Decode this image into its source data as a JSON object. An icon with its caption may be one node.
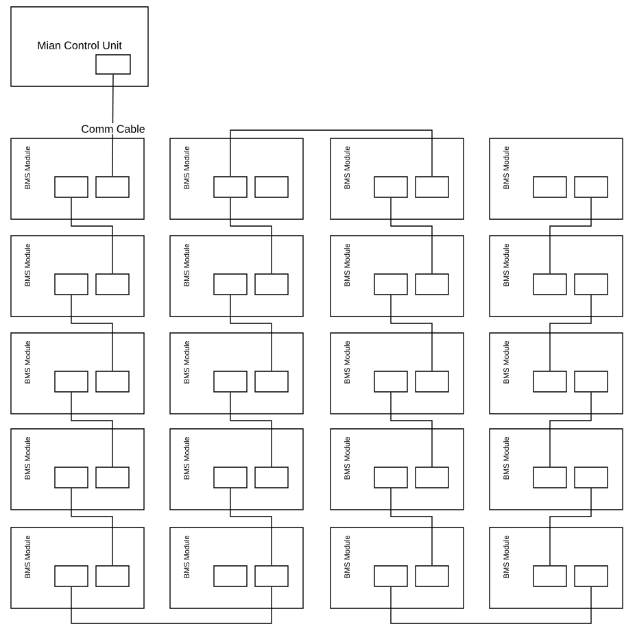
{
  "diagram": {
    "nodes": [
      {
        "text": [
          "Mian Control Unit"
        ]
      },
      {
        "text": [],
        "shape": "box",
        "in": 0
      },
      {
        "text": [
          "BMS Module"
        ]
      },
      {
        "text": [],
        "shape": "box",
        "in": 2
      },
      {
        "text": [],
        "shape": "box",
        "in": 2
      },
      {
        "text": [
          "BMS Module"
        ]
      },
      {
        "text": [],
        "shape": "box",
        "in": 5
      },
      {
        "text": [],
        "shape": "box",
        "in": 5
      },
      {
        "text": [
          "BMS Module"
        ]
      },
      {
        "text": [],
        "shape": "box",
        "in": 8
      },
      {
        "text": [],
        "shape": "box",
        "in": 8
      },
      {
        "text": [
          "BMS Module"
        ]
      },
      {
        "text": [],
        "shape": "box",
        "in": 11
      },
      {
        "text": [],
        "shape": "box",
        "in": 11
      },
      {
        "text": [
          "BMS Module"
        ]
      },
      {
        "text": [],
        "shape": "box",
        "in": 14
      },
      {
        "text": [],
        "shape": "box",
        "in": 14
      },
      {
        "text": [
          "BMS Module"
        ]
      },
      {
        "text": [],
        "shape": "box",
        "in": 17
      },
      {
        "text": [],
        "shape": "box",
        "in": 17
      },
      {
        "text": [
          "BMS Module"
        ]
      },
      {
        "text": [],
        "shape": "box",
        "in": 20
      },
      {
        "text": [],
        "shape": "box",
        "in": 20
      },
      {
        "text": [
          "BMS Module"
        ]
      },
      {
        "text": [],
        "shape": "box",
        "in": 23
      },
      {
        "text": [],
        "shape": "box",
        "in": 23
      },
      {
        "text": [
          "BMS Module"
        ]
      },
      {
        "text": [],
        "shape": "box",
        "in": 26
      },
      {
        "text": [],
        "shape": "box",
        "in": 26
      },
      {
        "text": [
          "BMS Module"
        ]
      },
      {
        "text": [],
        "shape": "box",
        "in": 29
      },
      {
        "text": [],
        "shape": "box",
        "in": 29
      },
      {
        "text": [
          "BMS Module"
        ]
      },
      {
        "text": [],
        "shape": "box",
        "in": 32
      },
      {
        "text": [],
        "shape": "box",
        "in": 32
      },
      {
        "text": [
          "BMS Module"
        ]
      },
      {
        "text": [],
        "shape": "box",
        "in": 35
      },
      {
        "text": [],
        "shape": "box",
        "in": 35
      },
      {
        "text": [
          "BMS Module"
        ]
      },
      {
        "text": [],
        "shape": "box",
        "in": 38
      },
      {
        "text": [],
        "shape": "box",
        "in": 38
      },
      {
        "text": [
          "BMS Module"
        ]
      },
      {
        "text": [],
        "shape": "box",
        "in": 41
      },
      {
        "text": [],
        "shape": "box",
        "in": 41
      },
      {
        "text": [
          "BMS Module"
        ]
      },
      {
        "text": [],
        "shape": "box",
        "in": 44
      },
      {
        "text": [],
        "shape": "box",
        "in": 44
      },
      {
        "text": [
          "BMS Module"
        ]
      },
      {
        "text": [],
        "shape": "box",
        "in": 47
      },
      {
        "text": [],
        "shape": "box",
        "in": 47
      },
      {
        "text": [
          "BMS Module"
        ]
      },
      {
        "text": [],
        "shape": "box",
        "in": 50
      },
      {
        "text": [],
        "shape": "box",
        "in": 50
      },
      {
        "text": [
          "BMS Module"
        ]
      },
      {
        "text": [],
        "shape": "box",
        "in": 53
      },
      {
        "text": [],
        "shape": "box",
        "in": 53
      },
      {
        "text": [
          "BMS Module"
        ]
      },
      {
        "text": [],
        "shape": "box",
        "in": 56
      },
      {
        "text": [],
        "shape": "box",
        "in": 56
      },
      {
        "text": [
          "BMS Module"
        ]
      },
      {
        "text": [],
        "shape": "box",
        "in": 59
      },
      {
        "text": [],
        "shape": "box",
        "in": 59
      }
    ],
    "edges": [
      {
        "from": 1,
        "to": 4,
        "arrow": "none",
        "label": "Comm Cable"
      },
      {
        "from": 3,
        "to": 16,
        "arrow": "none"
      },
      {
        "from": 15,
        "to": 28,
        "arrow": "none"
      },
      {
        "from": 27,
        "to": 40,
        "arrow": "none"
      },
      {
        "from": 39,
        "to": 52,
        "arrow": "none"
      },
      {
        "from": 51,
        "to": 55,
        "arrow": "none"
      },
      {
        "from": 55,
        "to": 42,
        "arrow": "none"
      },
      {
        "from": 43,
        "to": 30,
        "arrow": "none"
      },
      {
        "from": 31,
        "to": 18,
        "arrow": "none"
      },
      {
        "from": 19,
        "to": 6,
        "arrow": "none"
      },
      {
        "from": 6,
        "to": 10,
        "arrow": "none"
      },
      {
        "from": 9,
        "to": 22,
        "arrow": "none"
      },
      {
        "from": 21,
        "to": 34,
        "arrow": "none"
      },
      {
        "from": 33,
        "to": 46,
        "arrow": "none"
      },
      {
        "from": 45,
        "to": 58,
        "arrow": "none"
      },
      {
        "from": 57,
        "to": 61,
        "arrow": "none"
      },
      {
        "from": 13,
        "to": 24,
        "arrow": "none"
      },
      {
        "from": 25,
        "to": 36,
        "arrow": "none"
      },
      {
        "from": 37,
        "to": 48,
        "arrow": "none"
      },
      {
        "from": 49,
        "to": 60,
        "arrow": "none"
      }
    ]
  }
}
